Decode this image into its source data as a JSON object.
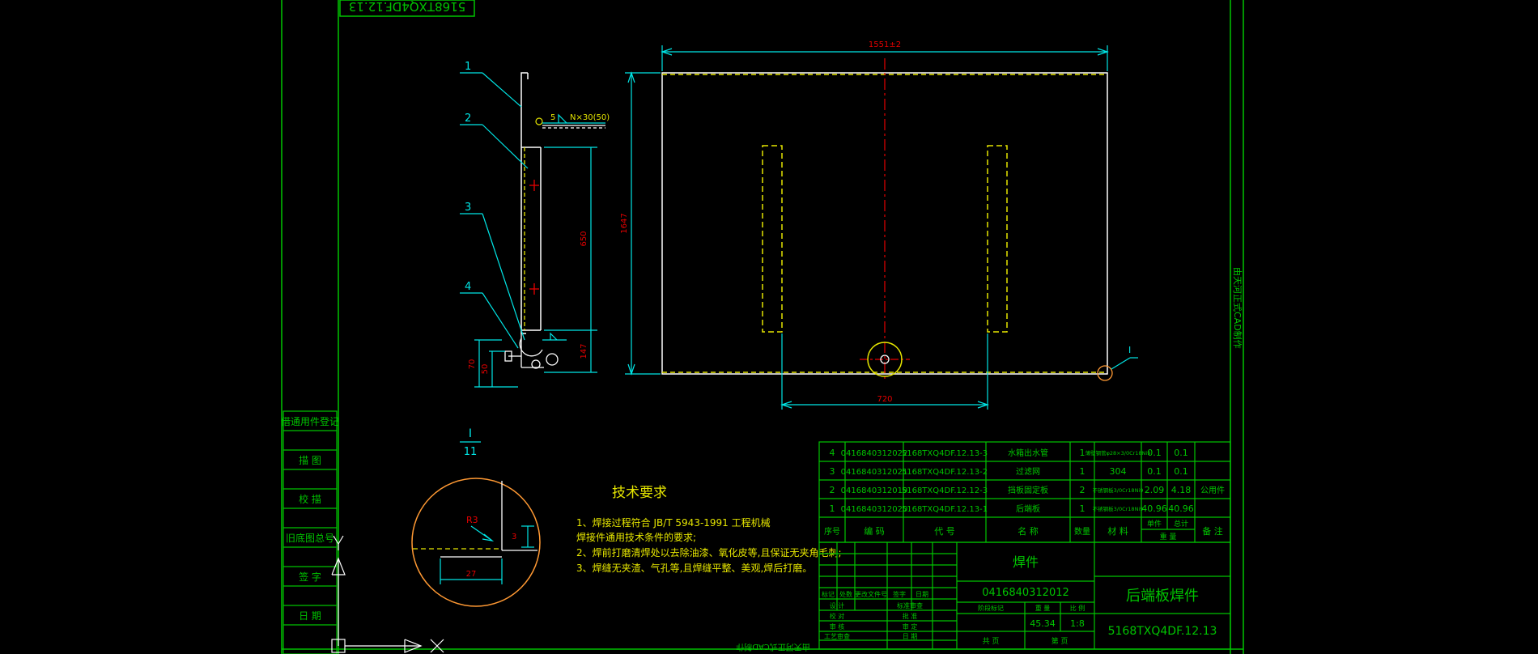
{
  "header_stamp": "5168TXQ4DF.12.13",
  "side_note": "由天河正式CAD制作",
  "bottom_note": "由天河正式CAD制作",
  "callouts": [
    "1",
    "2",
    "3",
    "4"
  ],
  "section_label": {
    "top": "I",
    "bottom": "11"
  },
  "dims": {
    "width_total": "1551±2",
    "height_total": "1647",
    "mid_height": "650",
    "lower_height": "147",
    "small_70": "70",
    "small_50": "50",
    "slot_spacing": "720",
    "weld_note_num": "5",
    "weld_note_text": "N×30(50)",
    "circle_label": "I",
    "detail_r": "R3",
    "detail_h": "3",
    "detail_w": "27"
  },
  "tech_req": {
    "title": "技术要求",
    "items": [
      "1、焊接过程符合 JB/T 5943-1991 工程机械",
      "   焊接件通用技术条件的要求;",
      "2、焊前打磨清焊处以去除油漆、氧化皮等,且保证无夹角毛刺;",
      "3、焊缝无夹渣、气孔等,且焊缝平整、美观,焊后打磨。"
    ]
  },
  "left_column": [
    "借通用件登记",
    "描 图",
    "校 描",
    "旧底图总号",
    "签 字",
    "日 期"
  ],
  "bom": {
    "rows": [
      {
        "no": "4",
        "code": "0416840312022",
        "ref": "5168TXQ4DF.12.13-3",
        "name": "水箱出水管",
        "qty": "1",
        "mat": "薄壁钢管φ28×3/0Cr18Ni9",
        "w1": "0.1",
        "w2": "0.1",
        "note": ""
      },
      {
        "no": "3",
        "code": "0416840312021",
        "ref": "5168TXQ4DF.12.13-2",
        "name": "过滤网",
        "qty": "1",
        "mat": "304",
        "w1": "0.1",
        "w2": "0.1",
        "note": ""
      },
      {
        "no": "2",
        "code": "0416840312019",
        "ref": "5168TXQ4DF.12.12-3",
        "name": "挡板固定板",
        "qty": "2",
        "mat": "不锈钢板3/0Cr18Ni9",
        "w1": "2.09",
        "w2": "4.18",
        "note": "公用件"
      },
      {
        "no": "1",
        "code": "0416840312020",
        "ref": "5168TXQ4DF.12.13-1",
        "name": "后端板",
        "qty": "1",
        "mat": "不锈钢板3/0Cr18Ni9",
        "w1": "40.96",
        "w2": "40.96",
        "note": ""
      }
    ],
    "headers": [
      "序号",
      "编 码",
      "代 号",
      "名 称",
      "数量",
      "材 料",
      "单件",
      "总计",
      "重 量",
      "备 注"
    ]
  },
  "title_block": {
    "type_label": "焊件",
    "drawing_code": "0416840312012",
    "part_name": "后端板焊件",
    "drawing_no": "5168TXQ4DF.12.13",
    "weight": "45.34",
    "scale": "1:8",
    "stage_label": "阶段标记",
    "weight_label": "重 量",
    "scale_label": "比 例",
    "sheets_label": "共 页",
    "page_label": "第 页",
    "rows_left": [
      "标记",
      "处数",
      "更改文件号",
      "签字",
      "日期"
    ],
    "roles": [
      "设 计",
      "校 对",
      "审 核",
      "工艺审查"
    ],
    "roles_right": [
      "标准审查",
      "批 准",
      "审 定",
      "日 期"
    ]
  },
  "colors": {
    "frame": "#00c400",
    "yellow": "#e6e600",
    "white": "#ffffff",
    "cyan": "#00e6e6",
    "red": "#e60000",
    "orange": "#ff9933",
    "magenta": "#ff33ff"
  }
}
